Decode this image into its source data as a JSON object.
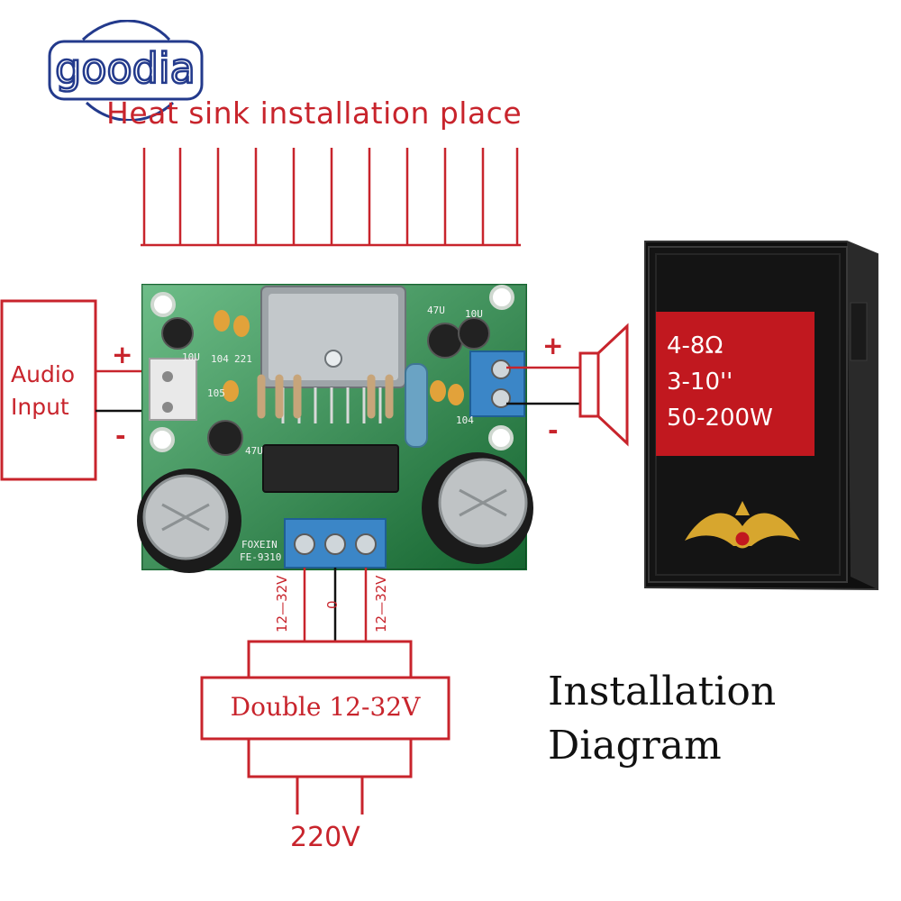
{
  "logo": {
    "text": "goodia"
  },
  "heatsink": {
    "label": "Heat sink installation place"
  },
  "audio_input": {
    "line1": "Audio",
    "line2": "Input",
    "plus": "+",
    "minus": "-"
  },
  "speaker": {
    "plus": "+",
    "minus": "-",
    "specs": [
      "4-8Ω",
      "3-10''",
      "50-200W"
    ]
  },
  "board": {
    "brand": "FOXEIN",
    "model": "FE-9310",
    "cap_labels": [
      "10U",
      "104",
      "221",
      "105",
      "47U",
      "47U",
      "10U",
      "104"
    ]
  },
  "power": {
    "left_label": "12—32V",
    "center_label": "0",
    "right_label": "12—32V",
    "transformer_label": "Double 12-32V",
    "mains_label": "220V"
  },
  "title": {
    "line1": "Installation",
    "line2": "Diagram"
  }
}
